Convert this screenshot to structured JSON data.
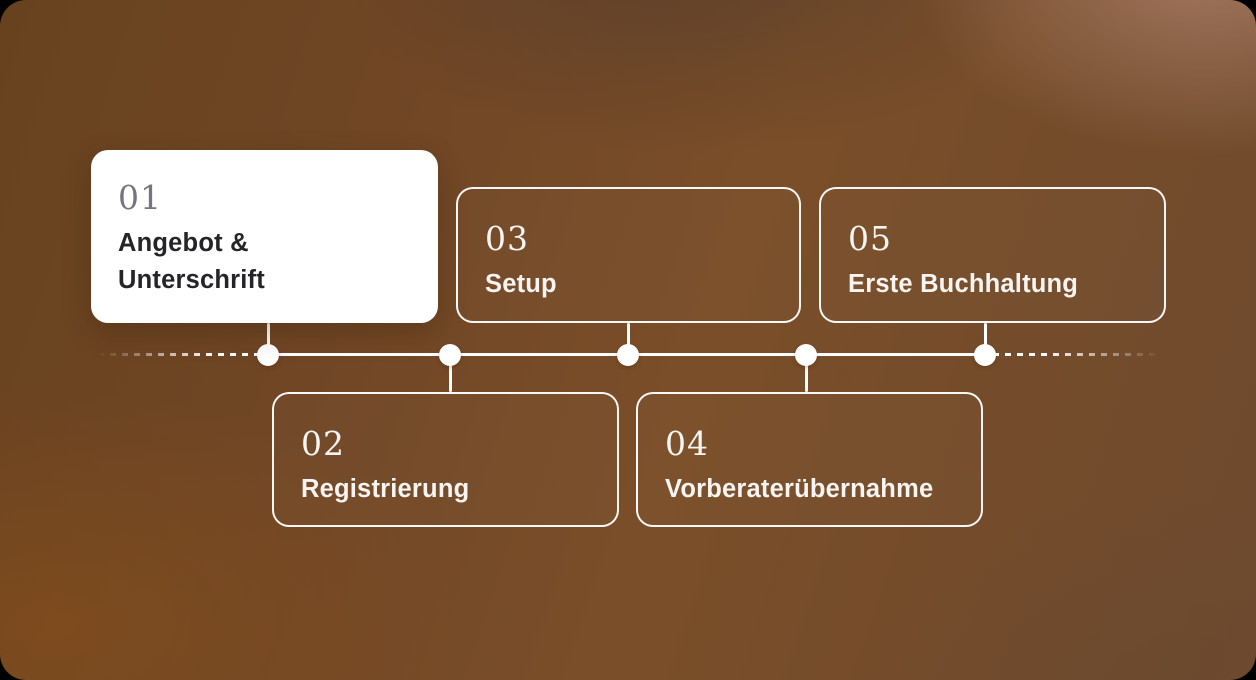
{
  "diagram": {
    "type": "horizontal-process-timeline",
    "colors": {
      "background_outer": "#000000",
      "background_brown_dark": "#68421f",
      "background_brown_mid": "#7a4e28",
      "background_taupe_highlight": "#a87c66",
      "axis_and_nodes": "#ffffff",
      "active_card_bg": "#ffffff",
      "active_card_number": "#76757e",
      "active_card_label": "#242429",
      "outline_card_border": "#ffffff",
      "outline_card_text": "#f7f4f1"
    },
    "steps": [
      {
        "number": "01",
        "label": "Angebot & Unterschrift",
        "position": "top",
        "state": "active"
      },
      {
        "number": "02",
        "label": "Registrierung",
        "position": "bottom",
        "state": "upcoming"
      },
      {
        "number": "03",
        "label": "Setup",
        "position": "top",
        "state": "upcoming"
      },
      {
        "number": "04",
        "label": "Vorberaterübernahme",
        "position": "bottom",
        "state": "upcoming"
      },
      {
        "number": "05",
        "label": "Erste Buchhaltung",
        "position": "top",
        "state": "upcoming"
      }
    ]
  }
}
